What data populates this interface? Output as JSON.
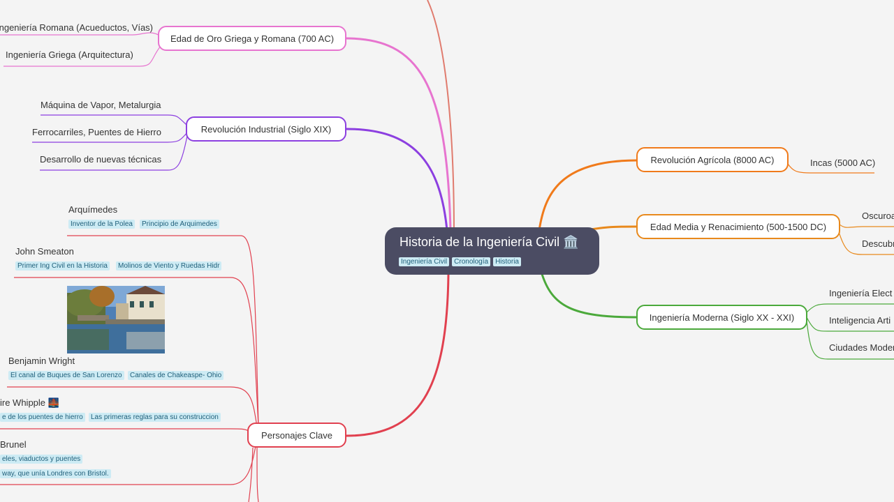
{
  "root": {
    "title": "Historia de la Ingeniería Civil",
    "icon": "classical-building-icon",
    "tags": [
      "Ingeniería Civil",
      "Cronología",
      "Historia"
    ]
  },
  "branches": {
    "greco_romana": {
      "label": "Edad de Oro Griega y Romana (700 AC)",
      "color": "#e774cf",
      "children": [
        "Ingeniería Romana (Acueductos, Vías)",
        "Ingeniería Griega (Arquitectura)"
      ]
    },
    "industrial": {
      "label": "Revolución Industrial (Siglo XIX)",
      "color": "#8c3fe0",
      "children": [
        "Máquina de Vapor, Metalurgia",
        "Ferrocarriles, Puentes de Hierro",
        "Desarrollo de nuevas técnicas"
      ]
    },
    "agricola": {
      "label": "Revolución Agrícola (8000 AC)",
      "color": "#f07a1a",
      "children": [
        "Incas (5000 AC)"
      ]
    },
    "media": {
      "label": "Edad Media y Renacimiento (500-1500 DC)",
      "color": "#e8891c",
      "children": [
        "Oscuroa",
        "Descubr"
      ]
    },
    "moderna": {
      "label": "Ingeniería Moderna (Siglo XX - XXI)",
      "color": "#4ba93b",
      "children": [
        "Ingeniería Elect",
        "Inteligencia Arti",
        "Ciudades Moder"
      ]
    },
    "personajes": {
      "label": "Personajes Clave",
      "color": "#e1404f",
      "people": [
        {
          "name": "Arquímedes",
          "tags": [
            "Inventor de la Polea",
            "Principio de Arquimedes"
          ]
        },
        {
          "name": "John Smeaton",
          "tags": [
            "Primer Ing Civil en la Historia",
            "Molinos de Viento y Ruedas Hidr"
          ]
        },
        {
          "name": "Benjamin Wright",
          "tags": [
            "El canal de Buques de San Lorenzo",
            "Canales de Chakeaspe- Ohio"
          ]
        },
        {
          "name": "ire Whipple",
          "icon": "bridge-at-night-icon",
          "tags": [
            "e de los puentes de hierro",
            "Las primeras reglas para su construccion"
          ]
        },
        {
          "name": "Brunel",
          "tags": [
            "eles, viaductos y puentes",
            "way, que unía Londres con Bristol."
          ]
        }
      ]
    }
  },
  "edge_color_top": "#e07b6e"
}
